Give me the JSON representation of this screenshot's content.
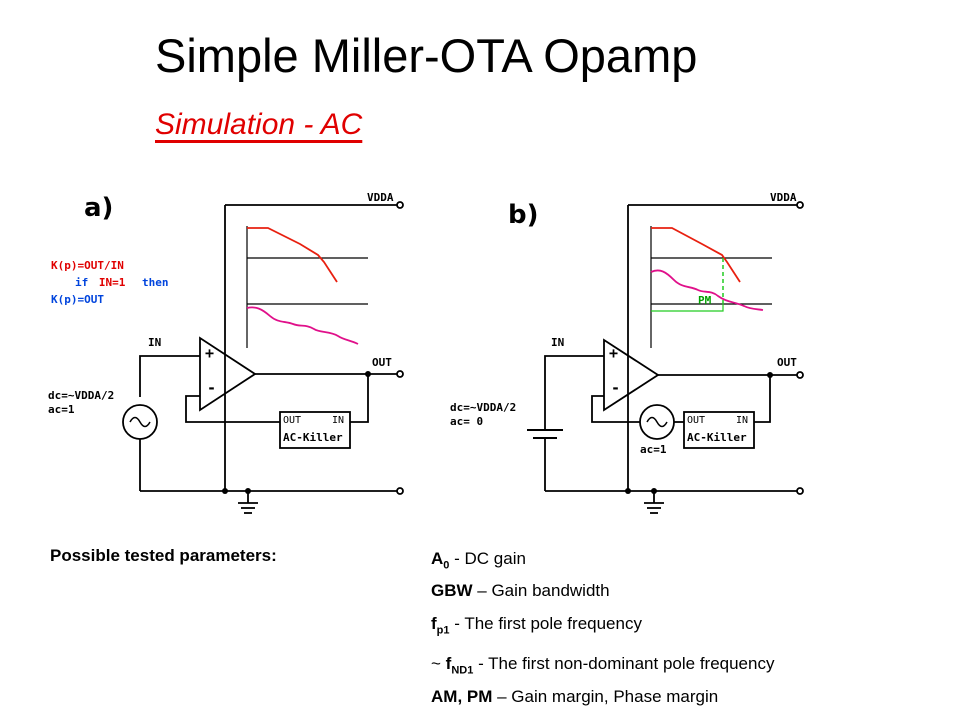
{
  "title": "Simple Miller-OTA Opamp",
  "subtitle": "Simulation - AC",
  "panel_a": {
    "label": "a)",
    "vdda": "VDDA",
    "eq_line1": "K(p)=OUT/IN",
    "eq_line2_if": "if",
    "eq_line2_cond": "IN=1",
    "eq_line2_then": "then",
    "eq_line3": "K(p)=OUT",
    "in_label": "IN",
    "out_label": "OUT",
    "plus": "+",
    "minus": "-",
    "source_dc": "dc=~VDDA/2",
    "source_ac": "ac=1",
    "box_out": "OUT",
    "box_in": "IN",
    "box_title": "AC-Killer"
  },
  "panel_b": {
    "label": "b)",
    "vdda": "VDDA",
    "pm": "PM",
    "in_label": "IN",
    "out_label": "OUT",
    "plus": "+",
    "minus": "-",
    "source_dc": "dc=~VDDA/2",
    "source_ac": "ac= 0",
    "feedback_ac": "ac=1",
    "box_out": "OUT",
    "box_in": "IN",
    "box_title": "AC-Killer"
  },
  "params": {
    "label": "Possible tested parameters:",
    "items": [
      {
        "pre": "",
        "sym": "A",
        "sub": "0",
        "text": " -  DC gain"
      },
      {
        "pre": "",
        "sym": "GBW",
        "sub": "",
        "text": " – Gain bandwidth"
      },
      {
        "pre": "",
        "sym": "f",
        "sub": "p1",
        "text": " -  The first pole frequency"
      },
      {
        "pre": "~ ",
        "sym": "f",
        "sub": "ND1",
        "text": " - The first non-dominant pole frequency"
      },
      {
        "pre": "",
        "sym": "AM, PM",
        "sub": "",
        "text": " – Gain margin, Phase margin"
      }
    ]
  },
  "colors": {
    "title": "#000000",
    "subtitle": "#e00000",
    "gain_curve": "#e82010",
    "phase_curve": "#e0108a",
    "pm_marker": "#22cc22",
    "eq_red": "#e00000",
    "eq_blue": "#0044dd"
  }
}
